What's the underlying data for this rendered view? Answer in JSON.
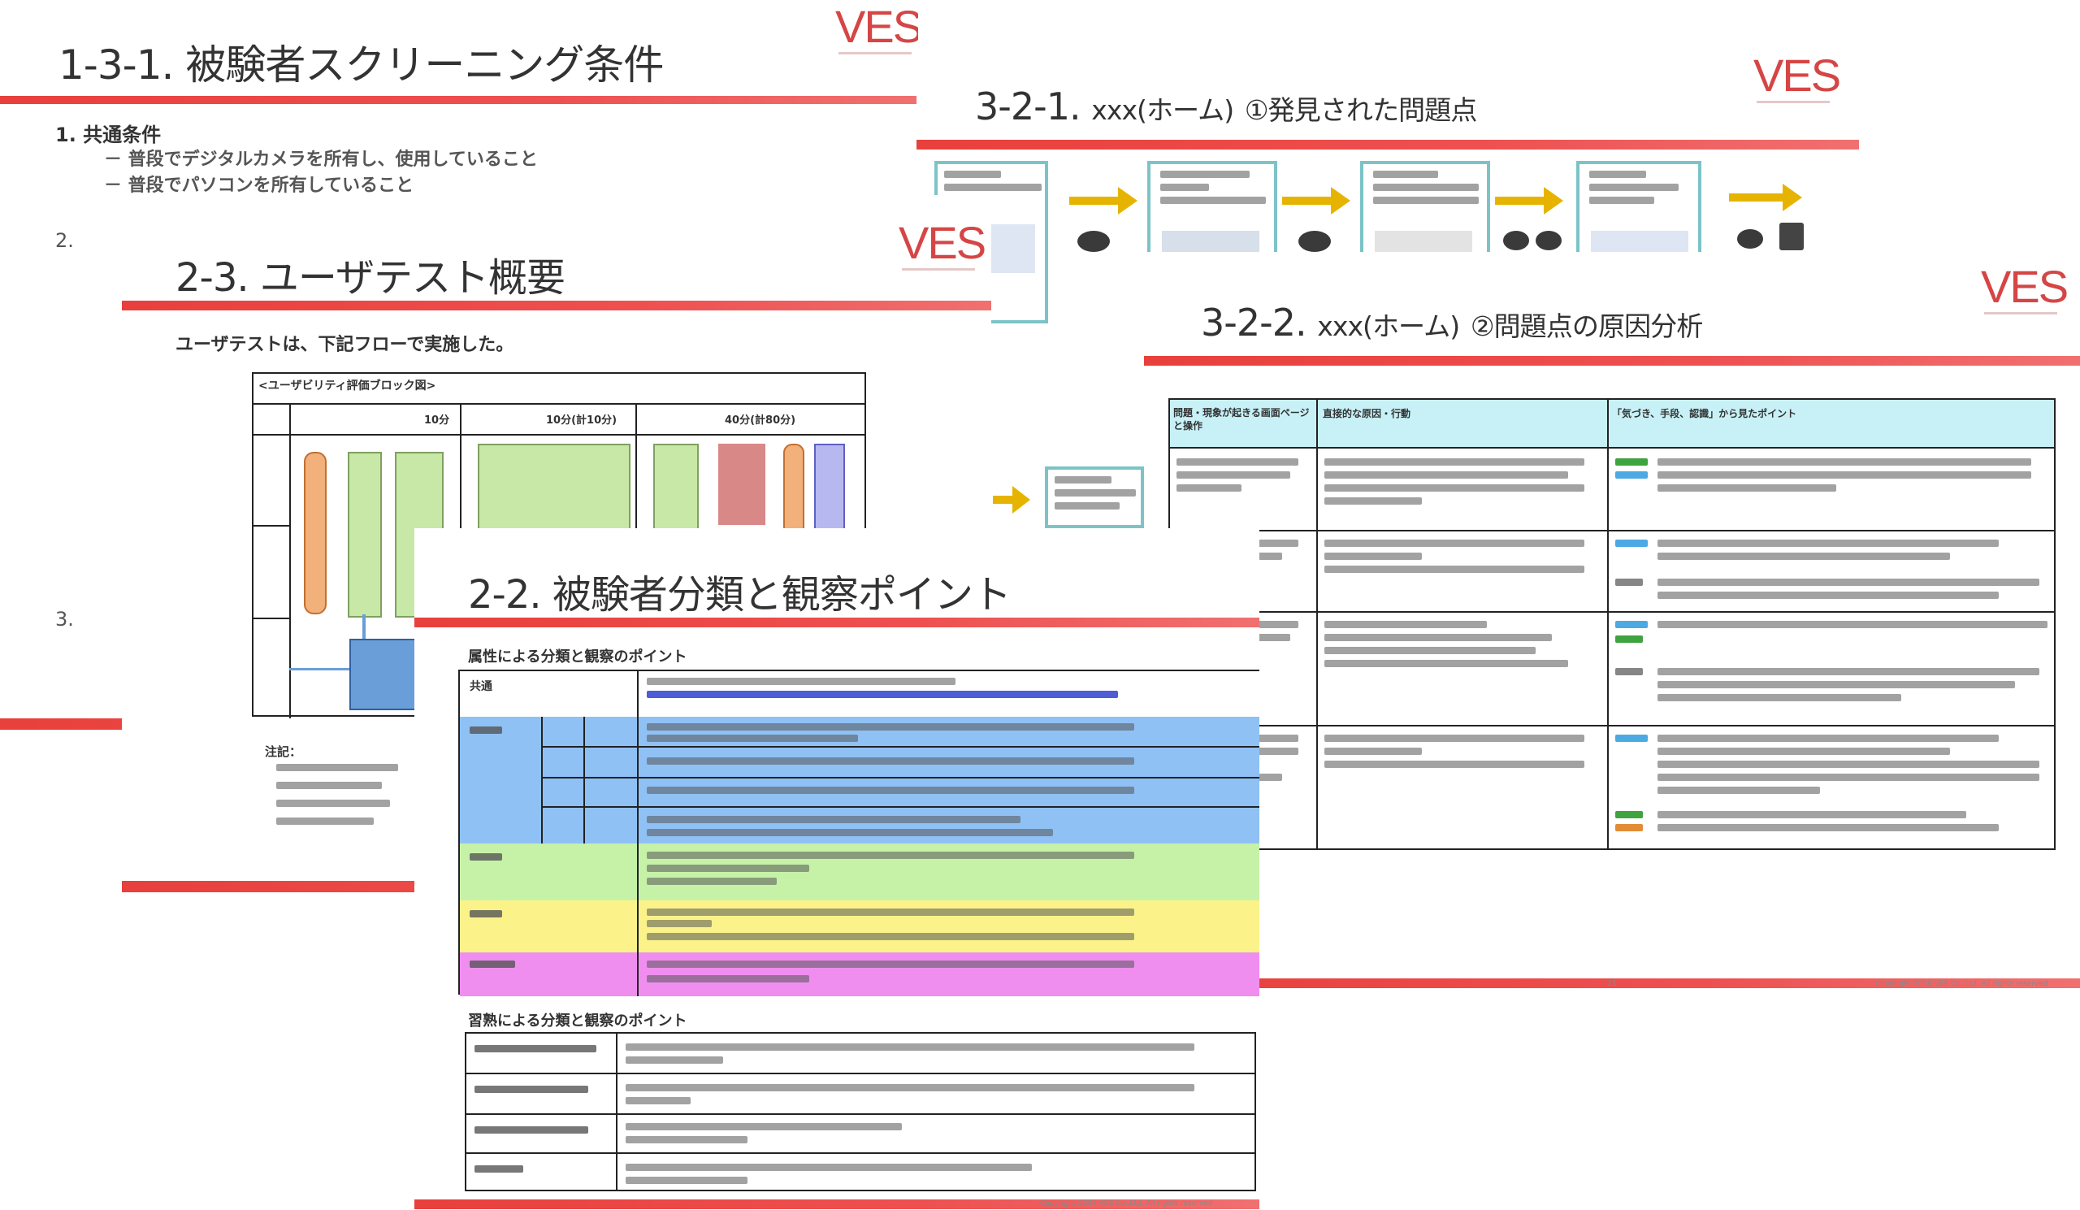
{
  "logo": "VES",
  "slide_131": {
    "title_num": "1-3-1.",
    "title_text": "被験者スクリーニング条件",
    "item1": "1.  共通条件",
    "bullet1": "－  普段でデジタルカメラを所有し、使用していること",
    "bullet2": "－  普段でパソコンを所有していること",
    "item2": "2.",
    "item3": "3."
  },
  "slide_321": {
    "title_num": "3-2-1.",
    "title_small": "xxx(ホーム)",
    "title_text": "①発見された問題点"
  },
  "slide_23": {
    "title_num": "2-3.",
    "title_text": "ユーザテスト概要",
    "intro": "ユーザテストは、下記フローで実施した。",
    "diagram_caption": "<ユーザビリティ評価ブロック図>",
    "time1": "10分",
    "time2": "10分(計10分)",
    "time3": "40分(計80分)",
    "notes_label": "注記："
  },
  "slide_322": {
    "title_num": "3-2-2.",
    "title_small": "xxx(ホーム)",
    "title_text": "②問題点の原因分析",
    "headers": [
      "問題・現象が起きる画面ページと操作",
      "直接的な原因・行動",
      "「気づき、手段、認識」から見たポイント"
    ],
    "page_number": "25",
    "copyright": "Copyright 2008 VES Co.,Ltd. All rights reserved"
  },
  "slide_22": {
    "title_num": "2-2.",
    "title_text": "被験者分類と観察ポイント",
    "section1": "属性による分類と観察のポイント",
    "section2": "習熟による分類と観察のポイント",
    "row_header1": "共通",
    "copyright": "Copyright 2008 VES Co.,Ltd. All rights reserved"
  },
  "colors": {
    "accent_red": "#e8403c",
    "blue_row": "#8fc1f5",
    "green_row": "#c6f2a8",
    "yellow_row": "#fbf38a",
    "pink_row": "#f08ef0",
    "cyan_header": "#c7f1f6"
  }
}
